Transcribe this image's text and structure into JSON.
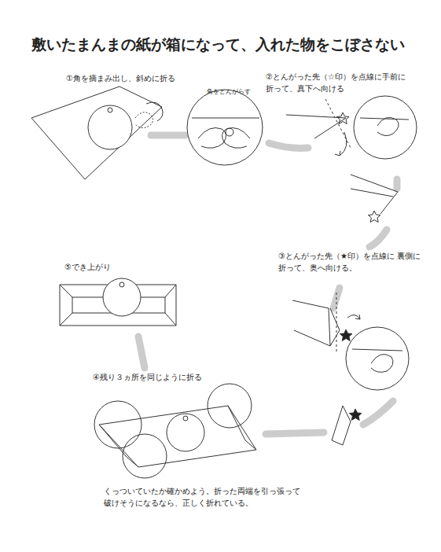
{
  "diagram": {
    "title": "敷いたまんまの紙が箱になって、入れた物をこぼさない",
    "labels": [
      "①角を摘まみ出し、斜めに折る",
      "角をとんがらす",
      "②とんがった先（☆印）を点線に手前に 折って、真下へ向ける",
      "③とんがった先（★印）を点線に 裏側に折って、奥へ向ける。",
      "⑤でき上がり",
      "④残り３ヵ所を同じように折る",
      "くっついていたか確かめよう。折った両端を引っ張って 破けそうになるなら、正しく折れている。"
    ]
  }
}
